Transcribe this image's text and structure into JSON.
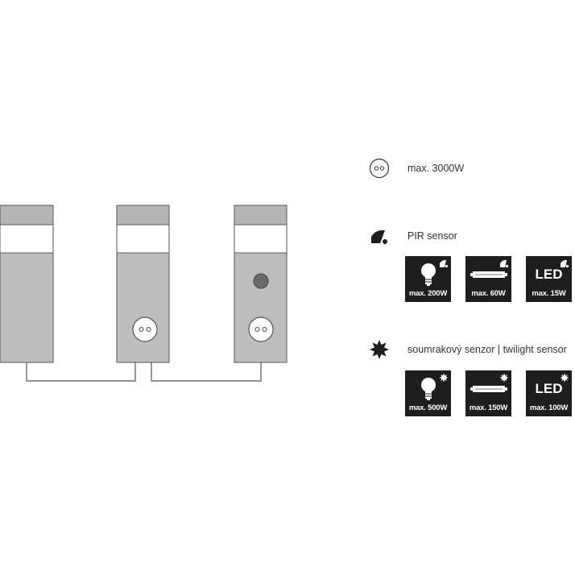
{
  "legend": {
    "socket": {
      "icon": "socket-icon",
      "text": "max. 3000W"
    },
    "pir": {
      "icon": "pir-sensor-icon",
      "text": "PIR sensor",
      "badges": [
        {
          "icon": "bulb-icon",
          "label": "max. 200W"
        },
        {
          "icon": "tube-lamp-icon",
          "label": "max. 60W"
        },
        {
          "icon": "led-icon",
          "text": "LED",
          "label": "max. 15W"
        }
      ]
    },
    "twilight": {
      "icon": "twilight-sensor-icon",
      "text": "soumrakový senzor | twilight sensor",
      "badges": [
        {
          "icon": "bulb-icon",
          "label": "max. 500W"
        },
        {
          "icon": "tube-lamp-icon",
          "label": "max. 150W"
        },
        {
          "icon": "led-icon",
          "text": "LED",
          "label": "max. 100W"
        }
      ]
    }
  },
  "colors": {
    "post": "#bdbdbd",
    "post_cap": "#b0b0b0",
    "outline": "#555555",
    "badge_bg": "#1e1e1e"
  }
}
